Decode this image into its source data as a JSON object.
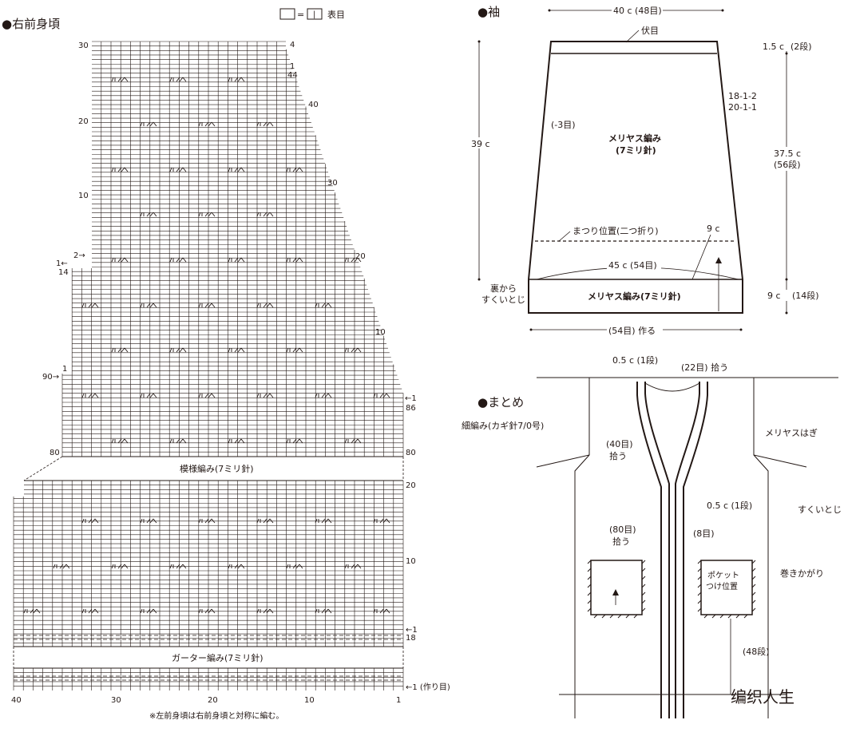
{
  "chart": {
    "title": "●右前身頃",
    "legend": {
      "eq": "=",
      "symbol": "|",
      "text": "表目"
    },
    "pattern_label": "模様編み(7ミリ針)",
    "garter_label": "ガーター編み(7ミリ針)",
    "footnote": "※左前身頃は右前身頃と対称に編む。",
    "bottom_axis": [
      "40",
      "30",
      "20",
      "10",
      "1"
    ],
    "left_marks": [
      "30",
      "20",
      "10",
      "1←",
      "14",
      "2→",
      "90→",
      "1",
      "80"
    ],
    "right_marks": [
      "4",
      "1",
      "44",
      "40",
      "30",
      "20",
      "10",
      "←1",
      "86",
      "80",
      "20",
      "10",
      "←1",
      "18",
      "←1 (作り目)"
    ]
  },
  "sleeve": {
    "title": "●袖",
    "top_width": "40 c (48目)",
    "bind_off": "伏目",
    "shaping1": "18-1-2",
    "shaping2": "20-1-1",
    "decrease": "(-3目)",
    "stitch": "メリヤス編み",
    "needle": "(7ミリ針)",
    "height_left": "39 c",
    "top_band": "1.5 c",
    "top_band_rows": "(2段)",
    "body_height": "37.5 c",
    "body_rows": "(56段)",
    "fold_line": "まつり位置(二つ折り)",
    "fold_dim": "9 c",
    "band_width": "45 c (54目)",
    "back_tack_1": "裏から",
    "back_tack_2": "すくいとじ",
    "band_stitch": "メリヤス編み(7ミリ針)",
    "band_height": "9 c",
    "band_rows": "(14段)",
    "cast_on": "(54目) 作る"
  },
  "assembly": {
    "title": "●まとめ",
    "crochet": "細編み(カギ針7/0号)",
    "neck_edge": "0.5 c (1段)",
    "neck_pick": "(22目) 拾う",
    "shoulder_join": "メリヤスはぎ",
    "front_pick_1": "(40目)",
    "front_pick_2": "拾う",
    "front_edge": "0.5 c (1段)",
    "side_seam": "すくいとじ",
    "lower_pick_1": "(80目)",
    "lower_pick_2": "拾う",
    "pocket_sts": "(8目)",
    "pocket_1": "ポケット",
    "pocket_2": "つけ位置",
    "whip": "巻きかがり",
    "pocket_rows": "(48段)",
    "watermark": "编织人生"
  }
}
